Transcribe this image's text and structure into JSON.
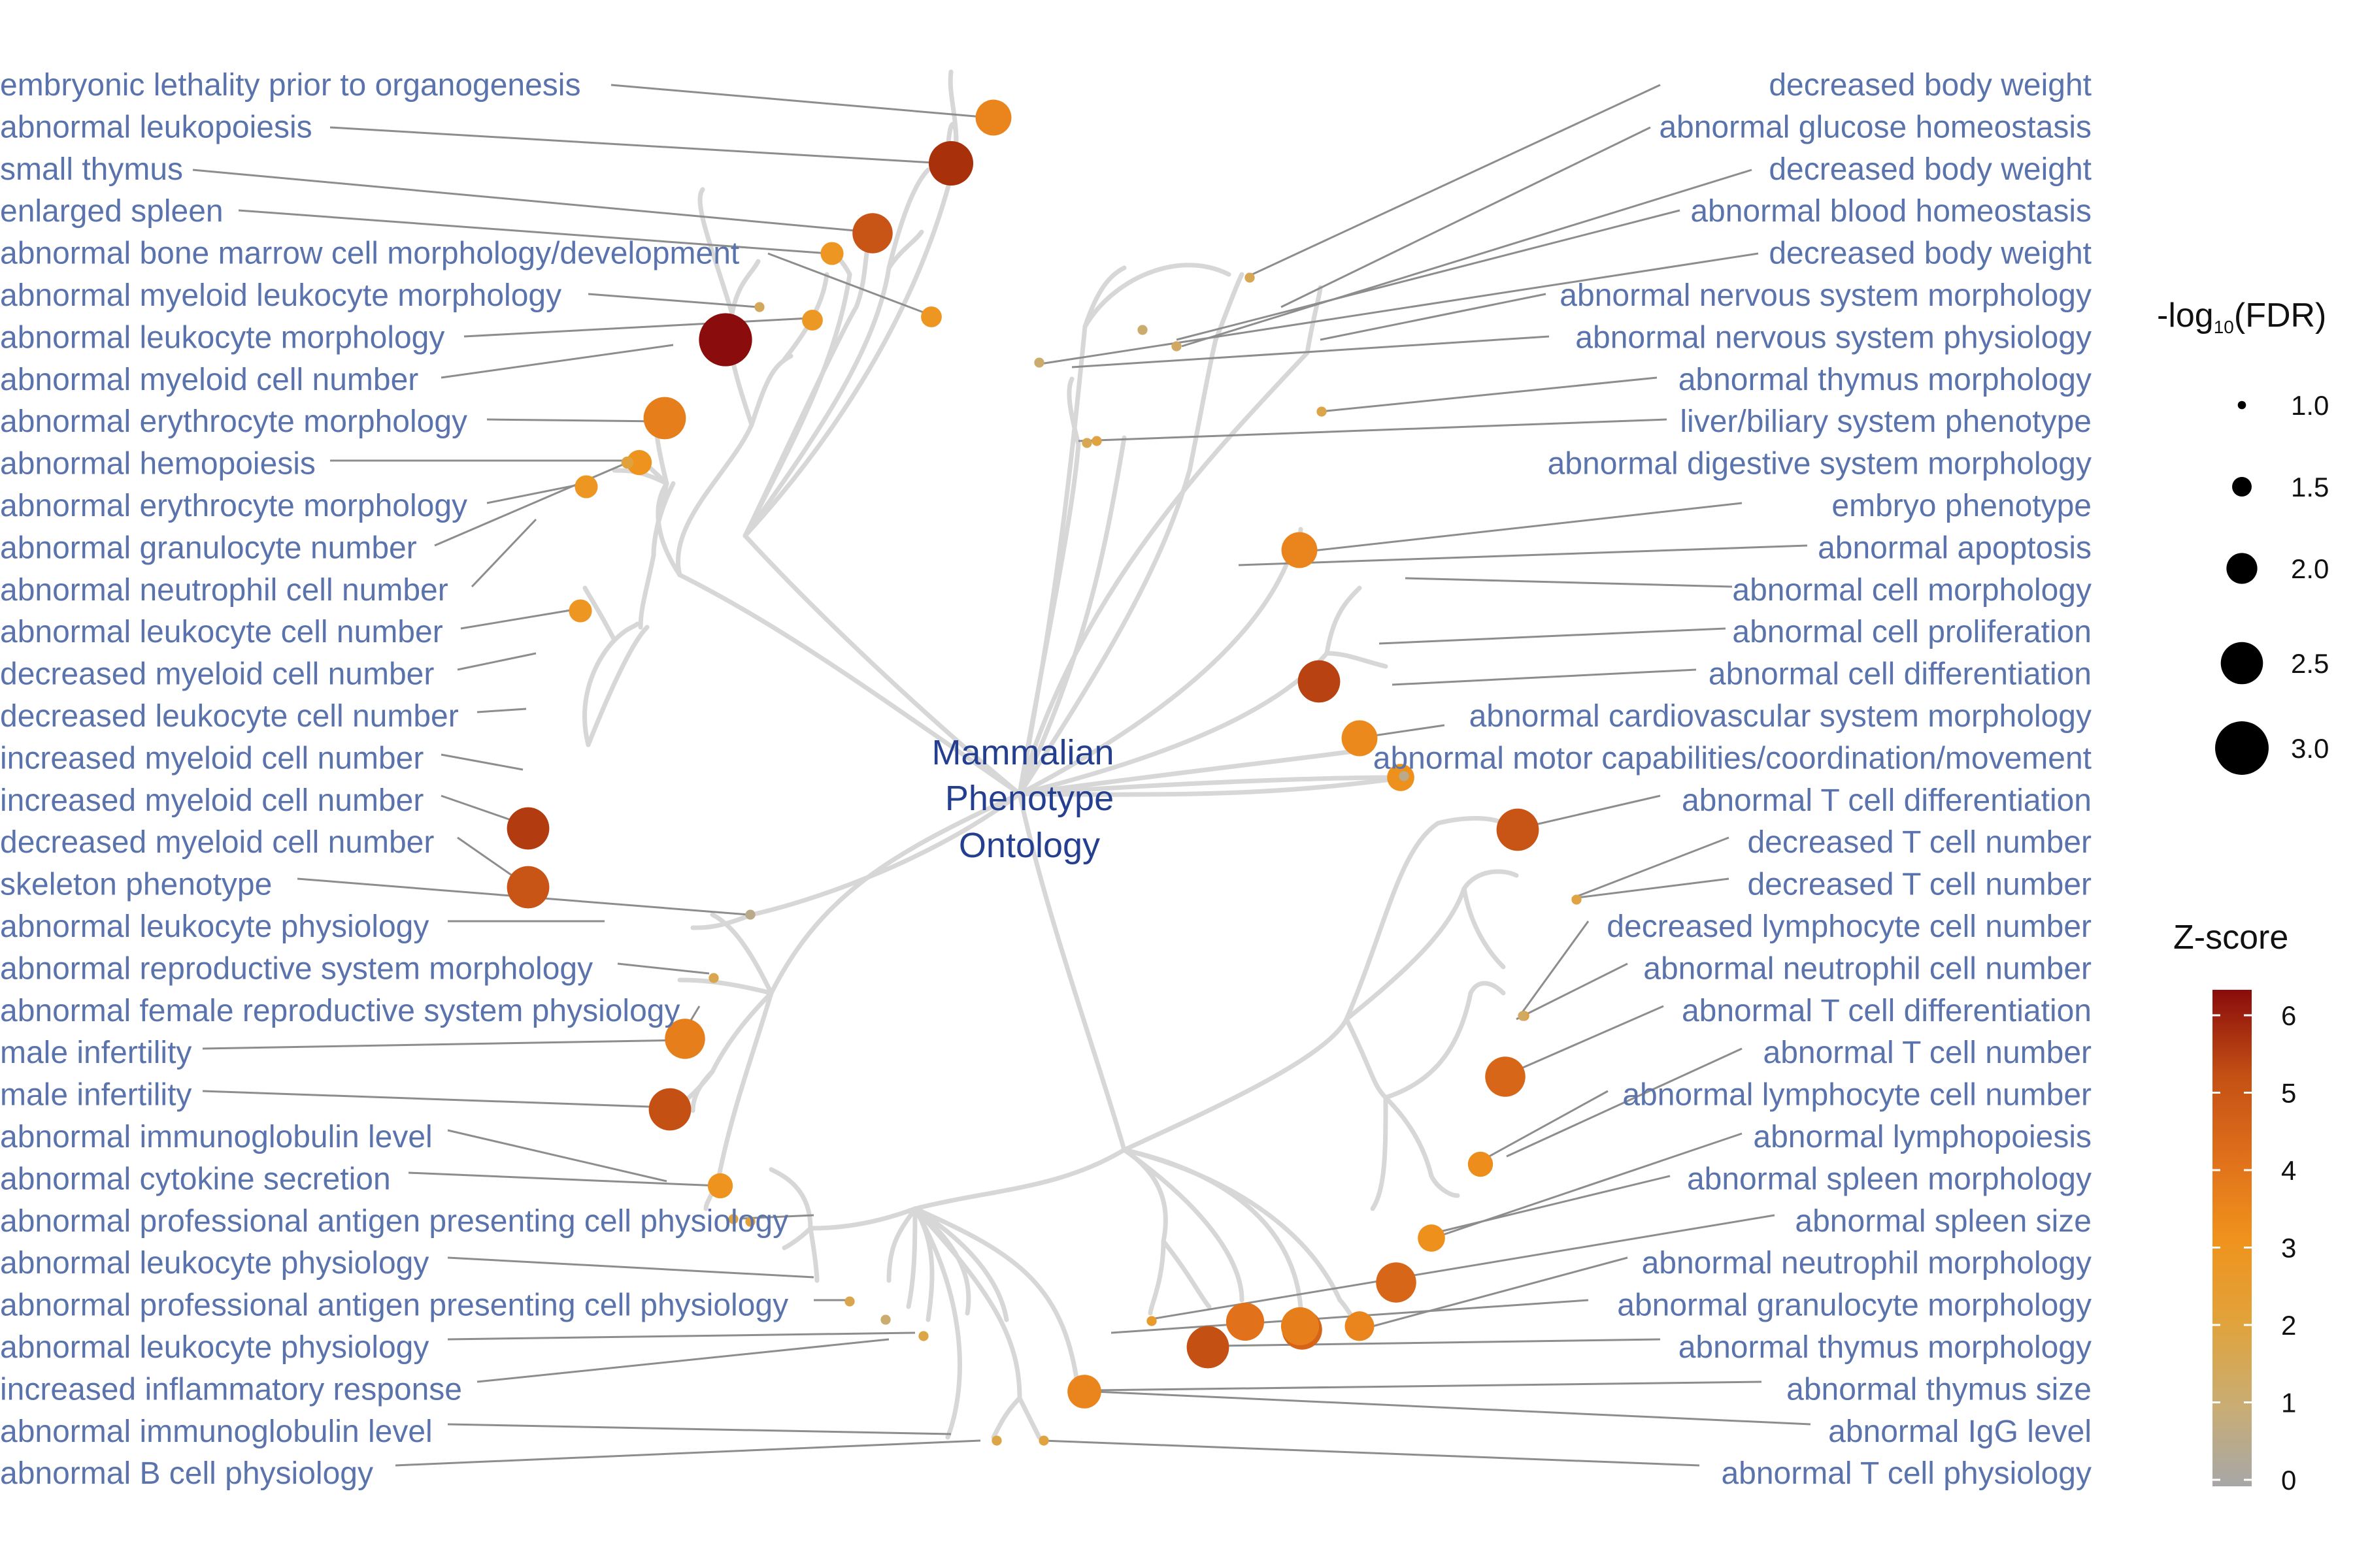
{
  "root": {
    "lines": [
      "Mammalian",
      "Phenotype",
      "Ontology"
    ]
  },
  "left_labels": [
    "embryonic lethality prior to organogenesis",
    "abnormal leukopoiesis",
    "small thymus",
    "enlarged spleen",
    "abnormal bone marrow cell morphology/development",
    "abnormal myeloid leukocyte morphology",
    "abnormal leukocyte morphology",
    "abnormal myeloid cell number",
    "abnormal erythrocyte morphology",
    "abnormal hemopoiesis",
    "abnormal erythrocyte morphology",
    "abnormal granulocyte number",
    "abnormal neutrophil cell number",
    "abnormal leukocyte cell number",
    "decreased myeloid cell number",
    "decreased leukocyte cell number",
    "increased myeloid cell number",
    "increased myeloid cell number",
    "decreased myeloid cell number",
    "skeleton phenotype",
    "abnormal leukocyte physiology",
    "abnormal reproductive system morphology",
    "abnormal female reproductive system physiology",
    "male infertility",
    "male infertility",
    "abnormal immunoglobulin level",
    "abnormal cytokine secretion",
    "abnormal professional antigen presenting cell physiology",
    "abnormal leukocyte physiology",
    "abnormal professional antigen presenting cell physiology",
    "abnormal leukocyte physiology",
    "increased inflammatory response",
    "abnormal immunoglobulin level",
    "abnormal B cell physiology"
  ],
  "right_labels": [
    "decreased body weight",
    "abnormal glucose homeostasis",
    "decreased body weight",
    "abnormal blood homeostasis",
    "decreased body weight",
    "abnormal nervous system morphology",
    "abnormal nervous system physiology",
    "abnormal thymus morphology",
    "liver/biliary system phenotype",
    "abnormal digestive system morphology",
    "embryo phenotype",
    "abnormal apoptosis",
    "abnormal cell morphology",
    "abnormal cell proliferation",
    "abnormal cell differentiation",
    "abnormal cardiovascular system morphology",
    "abnormal motor capabilities/coordination/movement",
    "abnormal T cell differentiation",
    "decreased T cell number",
    "decreased T cell number",
    "decreased lymphocyte cell number",
    "abnormal neutrophil cell number",
    "abnormal T cell differentiation",
    "abnormal T cell number",
    "abnormal lymphocyte cell number",
    "abnormal lymphopoiesis",
    "abnormal spleen morphology",
    "abnormal spleen size",
    "abnormal neutrophil morphology",
    "abnormal granulocyte morphology",
    "abnormal thymus morphology",
    "abnormal thymus size",
    "abnormal IgG level",
    "abnormal T cell physiology"
  ],
  "legend": {
    "size_title": "-log10(FDR)",
    "size_levels": [
      1.0,
      1.5,
      2.0,
      2.5,
      3.0
    ],
    "size_level_labels": [
      "1.0",
      "1.5",
      "2.0",
      "2.5",
      "3.0"
    ],
    "color_title": "Z-score",
    "color_ticks": [
      "0",
      "1",
      "2",
      "3",
      "4",
      "5",
      "6"
    ],
    "color_stops": [
      "#a7a7a7",
      "#c9ad74",
      "#e1a33c",
      "#ef931c",
      "#e0701b",
      "#c44f14",
      "#a8300c",
      "#8a0c0c"
    ]
  },
  "colors": {
    "label_text": "#5a73ad",
    "root_text": "#243f8f",
    "branch": "#d7d7d7",
    "connector": "#8d8d8d"
  },
  "nodes": [
    {
      "z": 3.0,
      "fdr": 2.3
    },
    {
      "z": 5.3,
      "fdr": 2.7
    },
    {
      "z": 4.3,
      "fdr": 2.5
    },
    {
      "z": 2.5,
      "fdr": 1.7
    },
    {
      "z": 2.5,
      "fdr": 1.6
    },
    {
      "z": 1.3,
      "fdr": 1.1
    },
    {
      "z": 2.4,
      "fdr": 1.6
    },
    {
      "z": 6.2,
      "fdr": 3.1
    },
    {
      "z": 3.2,
      "fdr": 2.6
    },
    {
      "z": 2.6,
      "fdr": 1.8
    },
    {
      "z": 2.5,
      "fdr": 1.7
    },
    {
      "z": 1.8,
      "fdr": 1.2
    },
    {
      "z": 2.5,
      "fdr": 1.7
    },
    {
      "z": 5.0,
      "fdr": 2.6
    },
    {
      "z": 4.3,
      "fdr": 2.6
    },
    {
      "z": 0.5,
      "fdr": 1.1
    },
    {
      "z": 1.5,
      "fdr": 1.1
    },
    {
      "z": 3.2,
      "fdr": 2.5
    },
    {
      "z": 4.4,
      "fdr": 2.6
    },
    {
      "z": 2.6,
      "fdr": 1.8
    },
    {
      "z": 1.5,
      "fdr": 1.1
    },
    {
      "z": 1.0,
      "fdr": 1.1
    },
    {
      "z": 1.6,
      "fdr": 1.1
    },
    {
      "z": 1.6,
      "fdr": 1.1
    },
    {
      "z": 1.7,
      "fdr": 1.1
    },
    {
      "z": 1.9,
      "fdr": 1.1
    },
    {
      "z": 1.8,
      "fdr": 1.1
    },
    {
      "z": 3.0,
      "fdr": 2.2
    },
    {
      "z": 1.4,
      "fdr": 1.1
    },
    {
      "z": 1.0,
      "fdr": 1.1
    },
    {
      "z": 1.2,
      "fdr": 1.1
    },
    {
      "z": 1.6,
      "fdr": 1.1
    },
    {
      "z": 1.4,
      "fdr": 1.1
    },
    {
      "z": 3.0,
      "fdr": 2.3
    },
    {
      "z": 4.8,
      "fdr": 2.6
    },
    {
      "z": 2.9,
      "fdr": 2.3
    },
    {
      "z": 2.7,
      "fdr": 1.9
    },
    {
      "z": 1.7,
      "fdr": 1.1
    },
    {
      "z": 1.0,
      "fdr": 1.1
    },
    {
      "z": 0.5,
      "fdr": 1.1
    },
    {
      "z": 4.3,
      "fdr": 2.6
    },
    {
      "z": 1.7,
      "fdr": 1.1
    },
    {
      "z": 2.3,
      "fdr": 1.1
    },
    {
      "z": 3.8,
      "fdr": 2.5
    },
    {
      "z": 2.7,
      "fdr": 1.9
    },
    {
      "z": 2.8,
      "fdr": 1.8
    },
    {
      "z": 2.2,
      "fdr": 1.1
    },
    {
      "z": 1.5,
      "fdr": 1.1
    },
    {
      "z": 1.7,
      "fdr": 1.1
    },
    {
      "z": 3.8,
      "fdr": 2.5
    },
    {
      "z": 3.0,
      "fdr": 2.0
    },
    {
      "z": 3.9,
      "fdr": 2.5
    },
    {
      "z": 3.0,
      "fdr": 1.9
    },
    {
      "z": 4.4,
      "fdr": 2.6
    },
    {
      "z": 3.5,
      "fdr": 2.4
    },
    {
      "z": 1.2,
      "fdr": 1.1
    },
    {
      "z": 3.2,
      "fdr": 2.4
    }
  ]
}
